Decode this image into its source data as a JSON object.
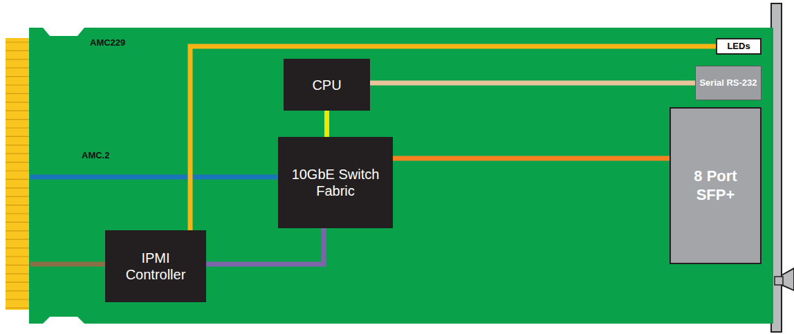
{
  "diagram": {
    "nodes": [
      {
        "text": [
          "AMC229"
        ]
      },
      {
        "text": [
          "LEDs"
        ],
        "in": 0
      },
      {
        "text": [
          "CPU"
        ],
        "in": 0
      },
      {
        "text": [
          "Serial RS-232"
        ],
        "in": 0
      },
      {
        "text": [
          "10GbE Switch Fabric"
        ],
        "in": 0
      },
      {
        "text": [
          "8 Port SFP+"
        ],
        "in": 0
      },
      {
        "text": [
          "IPMI Controller"
        ],
        "in": 0
      }
    ],
    "edges": [
      {
        "from": 6,
        "to": 1,
        "arrow": "none"
      },
      {
        "from": 2,
        "to": 3,
        "arrow": "none"
      },
      {
        "from": 2,
        "to": 4,
        "arrow": "none"
      },
      {
        "from": 4,
        "to": 5,
        "arrow": "none"
      },
      {
        "from": 6,
        "to": 4,
        "arrow": "none"
      }
    ],
    "labels": [
      "AMC.2"
    ]
  }
}
